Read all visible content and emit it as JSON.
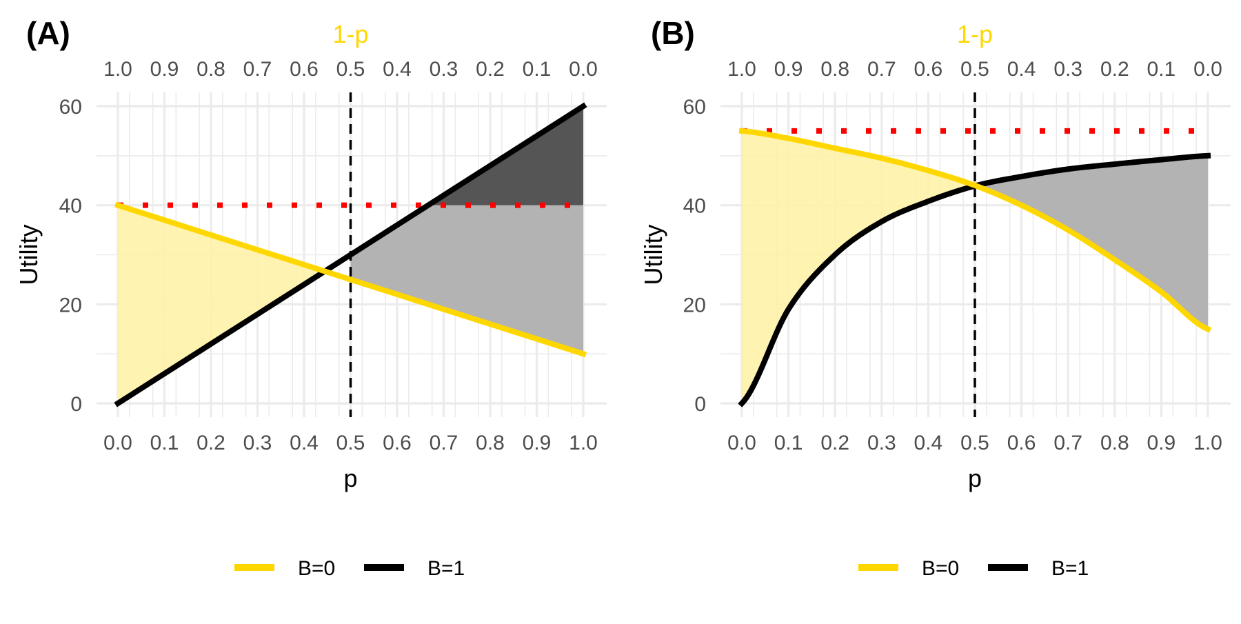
{
  "colors": {
    "b0": "#FFD700",
    "b1": "#000000",
    "threshold": "#FF0000",
    "fill_b0": "#FFF2A8",
    "fill_b1": "#B3B3B3",
    "fill_b1_excess": "#555555",
    "grid": "#EBEBEB",
    "secondary_axis": "#FFD700"
  },
  "chart_data": [
    {
      "type": "line",
      "panel_label": "(A)",
      "xlabel": "p",
      "ylabel": "Utility",
      "secondary_xlabel": "1-p",
      "xlim": [
        0,
        1
      ],
      "ylim": [
        0,
        60
      ],
      "x_ticks": [
        "0.0",
        "0.1",
        "0.2",
        "0.3",
        "0.4",
        "0.5",
        "0.6",
        "0.7",
        "0.8",
        "0.9",
        "1.0"
      ],
      "secondary_x_ticks": [
        "1.0",
        "0.9",
        "0.8",
        "0.7",
        "0.6",
        "0.5",
        "0.4",
        "0.3",
        "0.2",
        "0.1",
        "0.0"
      ],
      "y_ticks": [
        "0",
        "20",
        "40",
        "60"
      ],
      "x": [
        0.0,
        0.1,
        0.2,
        0.3,
        0.4,
        0.5,
        0.6,
        0.7,
        0.8,
        0.9,
        1.0
      ],
      "series": [
        {
          "name": "B=0",
          "values": [
            40,
            37,
            34,
            31,
            28,
            25,
            22,
            19,
            16,
            13,
            10
          ]
        },
        {
          "name": "B=1",
          "values": [
            0,
            6,
            12,
            18,
            24,
            30,
            36,
            42,
            48,
            54,
            60
          ]
        }
      ],
      "threshold": {
        "y": 40,
        "style": "dotted"
      },
      "vline": {
        "x": 0.5,
        "style": "dashed"
      },
      "grid": true,
      "legend": {
        "position": "bottom",
        "entries": [
          "B=0",
          "B=1"
        ]
      }
    },
    {
      "type": "line",
      "panel_label": "(B)",
      "xlabel": "p",
      "ylabel": "Utility",
      "secondary_xlabel": "1-p",
      "xlim": [
        0,
        1
      ],
      "ylim": [
        0,
        60
      ],
      "x_ticks": [
        "0.0",
        "0.1",
        "0.2",
        "0.3",
        "0.4",
        "0.5",
        "0.6",
        "0.7",
        "0.8",
        "0.9",
        "1.0"
      ],
      "secondary_x_ticks": [
        "1.0",
        "0.9",
        "0.8",
        "0.7",
        "0.6",
        "0.5",
        "0.4",
        "0.3",
        "0.2",
        "0.1",
        "0.0"
      ],
      "y_ticks": [
        "0",
        "20",
        "40",
        "60"
      ],
      "x": [
        0.0,
        0.1,
        0.2,
        0.3,
        0.4,
        0.5,
        0.6,
        0.7,
        0.8,
        0.9,
        1.0
      ],
      "series": [
        {
          "name": "B=0",
          "values": [
            55,
            53.5,
            51.5,
            49.5,
            47,
            44,
            40,
            35,
            29,
            22.5,
            15
          ]
        },
        {
          "name": "B=1",
          "values": [
            0,
            19,
            30,
            36.7,
            40.8,
            43.9,
            45.8,
            47.3,
            48.3,
            49.2,
            50
          ]
        }
      ],
      "threshold": {
        "y": 55,
        "style": "dotted"
      },
      "vline": {
        "x": 0.5,
        "style": "dashed"
      },
      "grid": true,
      "legend": {
        "position": "bottom",
        "entries": [
          "B=0",
          "B=1"
        ]
      }
    }
  ]
}
